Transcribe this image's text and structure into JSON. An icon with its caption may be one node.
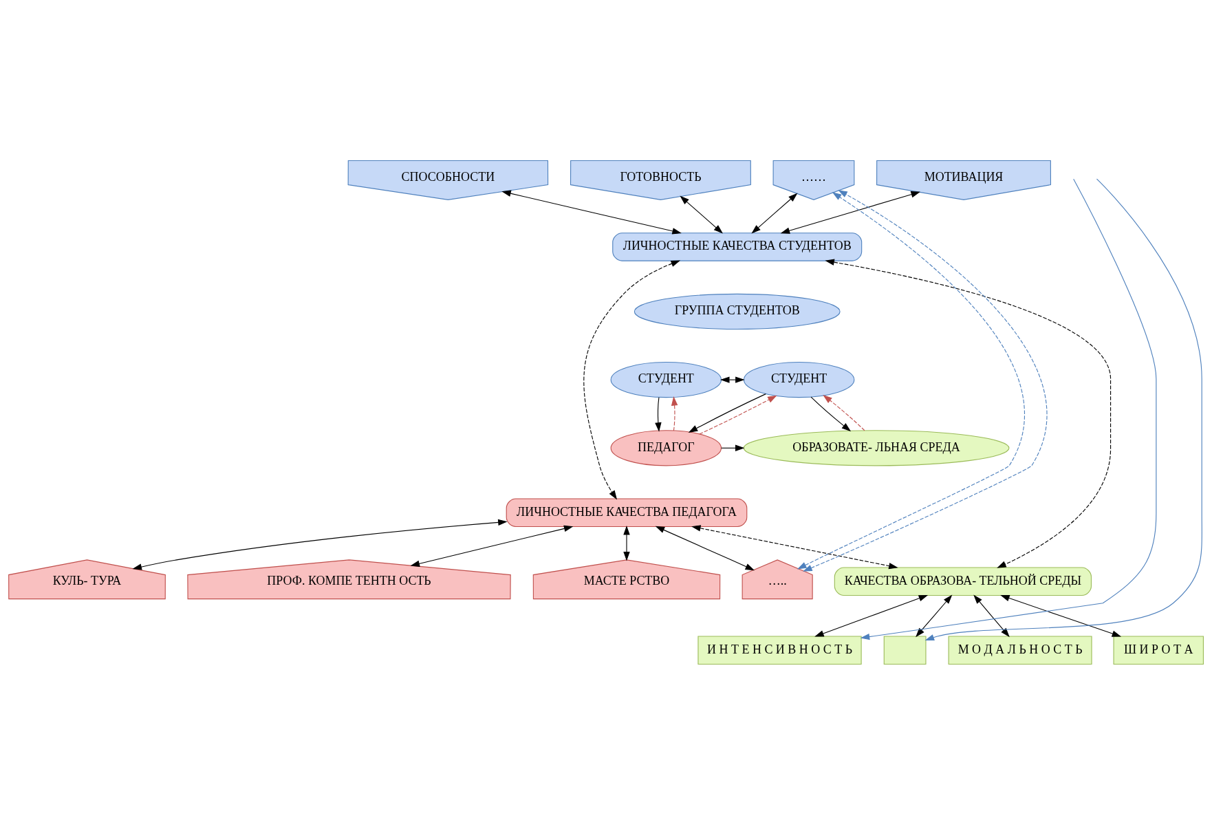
{
  "diagram": {
    "nodes": [
      {
        "text": [
          "СПОСОБНОСТИ"
        ]
      },
      {
        "text": [
          "ГОТОВНОСТЬ"
        ]
      },
      {
        "text": [
          "……"
        ]
      },
      {
        "text": [
          "МОТИВАЦИЯ"
        ]
      },
      {
        "text": [
          "ЛИЧНОСТНЫЕ КАЧЕСТВА СТУДЕНТОВ"
        ]
      },
      {
        "text": [
          "ГРУППА СТУДЕНТОВ"
        ]
      },
      {
        "text": [
          "СТУДЕНТ"
        ]
      },
      {
        "text": [
          "СТУДЕНТ"
        ]
      },
      {
        "text": [
          "ПЕДАГОГ"
        ]
      },
      {
        "text": [
          "ОБРАЗОВАТЕ- ЛЬНАЯ СРЕДА"
        ]
      },
      {
        "text": [
          "ЛИЧНОСТНЫЕ КАЧЕСТВА ПЕДАГОГА"
        ]
      },
      {
        "text": [
          "ПРОФ. КОМПЕ ТЕНТН ОСТЬ"
        ]
      },
      {
        "text": [
          "МАСТЕ РСТВО"
        ]
      },
      {
        "text": [
          "….."
        ]
      },
      {
        "text": [
          "КУЛЬ- ТУРА"
        ]
      },
      {
        "text": [
          "КАЧЕСТВА ОБРАЗОВА- ТЕЛЬНОЙ СРЕДЫ"
        ]
      },
      {
        "text": [
          "И Н Т Е Н С И В Н О С Т Ь"
        ]
      },
      {
        "text": [],
        "shape": "box"
      },
      {
        "text": [
          "М О Д А Л Ь Н О С Т Ь"
        ]
      },
      {
        "text": [
          "Ш И Р О Т А"
        ]
      }
    ],
    "edges": [
      {
        "from": 0,
        "to": 4,
        "arrow": "both"
      },
      {
        "from": 1,
        "to": 4,
        "arrow": "both"
      },
      {
        "from": 2,
        "to": 4,
        "arrow": "both"
      },
      {
        "from": 3,
        "to": 4,
        "arrow": "both"
      },
      {
        "from": 4,
        "to": 15,
        "arrow": "both",
        "style": "dashed"
      },
      {
        "from": 4,
        "to": 10,
        "arrow": "both",
        "style": "dashed"
      },
      {
        "from": 6,
        "to": 7,
        "arrow": "both"
      },
      {
        "from": 6,
        "to": 8,
        "arrow": "to"
      },
      {
        "from": 7,
        "to": 8,
        "arrow": "to"
      },
      {
        "from": 7,
        "to": 9,
        "arrow": "to"
      },
      {
        "from": 8,
        "to": 9,
        "arrow": "to"
      },
      {
        "from": 8,
        "to": 6,
        "arrow": "to",
        "style": "dashed",
        "color": "#c0504d"
      },
      {
        "from": 8,
        "to": 7,
        "arrow": "to",
        "style": "dashed",
        "color": "#c0504d"
      },
      {
        "from": 9,
        "to": 7,
        "arrow": "to",
        "style": "dashed",
        "color": "#c0504d"
      },
      {
        "from": 10,
        "to": 15,
        "arrow": "both",
        "style": "dashed"
      },
      {
        "from": 10,
        "to": 11,
        "arrow": "both"
      },
      {
        "from": 10,
        "to": 12,
        "arrow": "both"
      },
      {
        "from": 10,
        "to": 13,
        "arrow": "both"
      },
      {
        "from": 10,
        "to": 14,
        "arrow": "both"
      },
      {
        "from": 15,
        "to": 16,
        "arrow": "both"
      },
      {
        "from": 15,
        "to": 17,
        "arrow": "both"
      },
      {
        "from": 15,
        "to": 18,
        "arrow": "both"
      },
      {
        "from": 15,
        "to": 19,
        "arrow": "both"
      },
      {
        "from": 13,
        "to": 2,
        "arrow": "both",
        "style": "dashed",
        "color": "#4f81bd"
      },
      {
        "from": 13,
        "to": 2,
        "arrow": "both",
        "style": "dashed",
        "color": "#4f81bd"
      },
      {
        "from": null,
        "to": 16,
        "arrow": "to",
        "color": "#4f81bd"
      },
      {
        "from": null,
        "to": 17,
        "arrow": "to",
        "color": "#4f81bd"
      }
    ]
  }
}
